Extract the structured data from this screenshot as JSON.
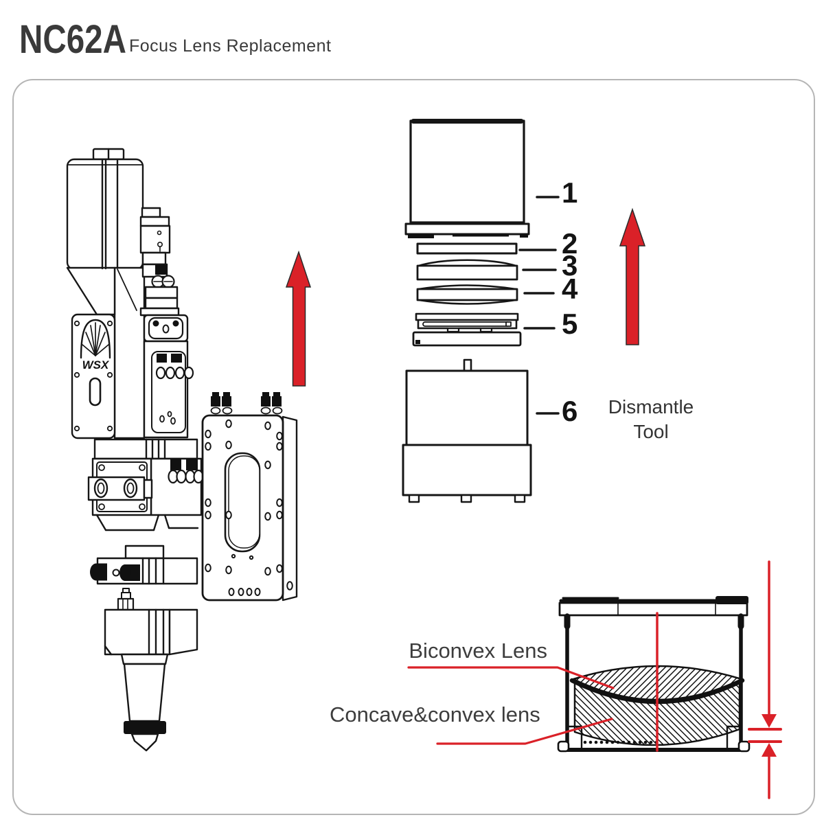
{
  "header": {
    "model": "NC62A",
    "subtitle": "Focus Lens Replacement"
  },
  "logo": {
    "text": "WSX"
  },
  "parts": [
    {
      "label": "1"
    },
    {
      "label": "2"
    },
    {
      "label": "3"
    },
    {
      "label": "4"
    },
    {
      "label": "5"
    },
    {
      "label": "6"
    }
  ],
  "tool_caption": {
    "line1": "Dismantle",
    "line2": "Tool"
  },
  "lens_labels": {
    "biconvex": "Biconvex Lens",
    "concave_convex": "Concave&convex lens"
  },
  "colors": {
    "accent_red": "#da2128",
    "line_black": "#161616",
    "text_gray": "#3a3a3a",
    "border_gray": "#b5b5b5"
  }
}
